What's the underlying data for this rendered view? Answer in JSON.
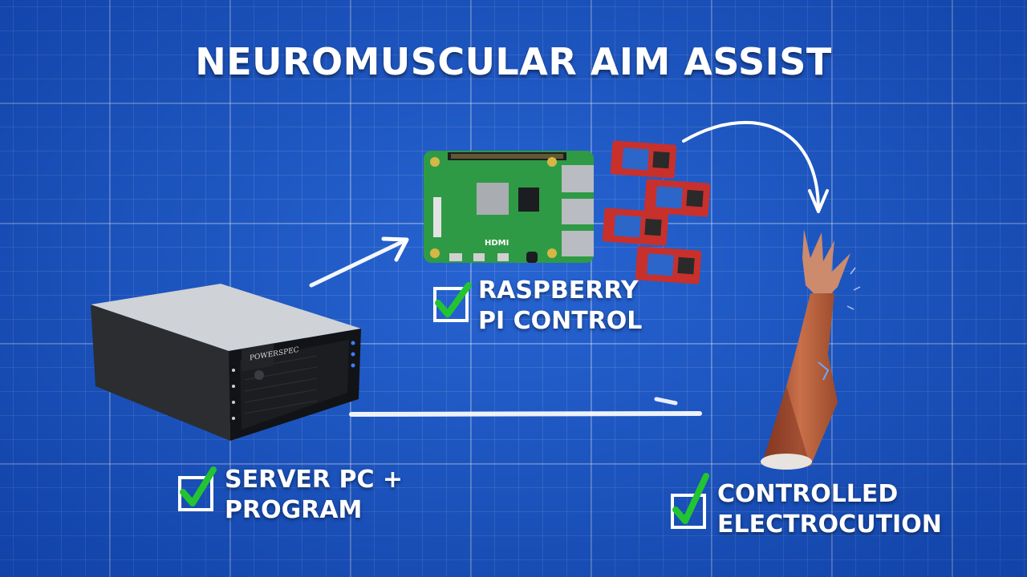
{
  "title": "NEUROMUSCULAR AIM ASSIST",
  "labels": {
    "raspberry": {
      "line1": "RASPBERRY",
      "line2": "PI CONTROL"
    },
    "server": {
      "line1": "SERVER PC +",
      "line2": "PROGRAM"
    },
    "electro": {
      "line1": "CONTROLLED",
      "line2": "ELECTROCUTION"
    }
  },
  "images": {
    "server_brand": "POWERSPEC",
    "pi_hdmi": "HDMI"
  },
  "colors": {
    "background": "#1a5bd0",
    "check": "#22c531",
    "text": "#ffffff",
    "relay": "#c8302c",
    "pcb": "#2f9a45"
  }
}
